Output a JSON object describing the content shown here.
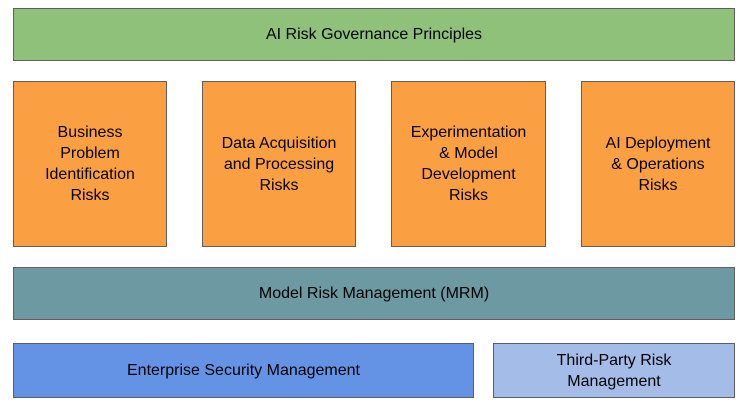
{
  "colors": {
    "governance_fill": "#8fc17a",
    "risk_fill": "#fba042",
    "mrm_fill": "#6c99a2",
    "esm_fill": "#6493e6",
    "tprm_fill": "#a3bce8",
    "border": "#5f5f5f"
  },
  "governance": {
    "label": "AI Risk Governance Principles"
  },
  "risk_boxes": [
    {
      "label": "Business\nProblem\nIdentification\nRisks"
    },
    {
      "label": "Data Acquisition\nand Processing\nRisks"
    },
    {
      "label": "Experimentation\n& Model\nDevelopment\nRisks"
    },
    {
      "label": "AI Deployment\n& Operations\nRisks"
    }
  ],
  "mrm": {
    "label": "Model Risk Management (MRM)"
  },
  "esm": {
    "label": "Enterprise Security Management"
  },
  "tprm": {
    "label": "Third-Party Risk\nManagement"
  }
}
